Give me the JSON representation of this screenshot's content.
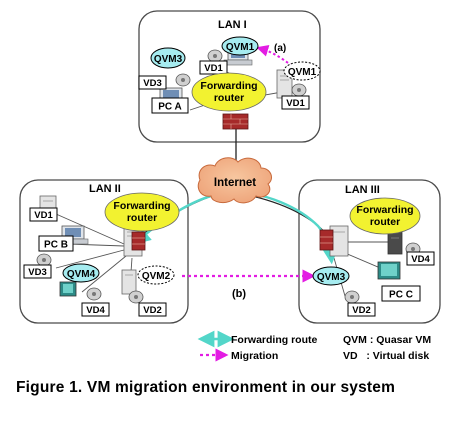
{
  "colors": {
    "router_fill": "#f2f230",
    "vm_fill": "#a6ecf0",
    "forwarding_route": "#53d6c9",
    "migration": "#e31ce3",
    "firewall": "#a62a2a",
    "lan_border": "#4a4a4a"
  },
  "lans": {
    "lan1": {
      "title": "LAN I",
      "router": [
        "Forwarding",
        "router"
      ],
      "pc": "PC A",
      "vms": [
        "QVM3",
        "QVM1",
        "QVM1"
      ],
      "disks": [
        "VD3",
        "VD1",
        "VD1"
      ],
      "annotation": "(a)"
    },
    "lan2": {
      "title": "LAN II",
      "router": [
        "Forwarding",
        "router"
      ],
      "pc": "PC B",
      "vms": [
        "QVM4",
        "QVM2"
      ],
      "disks": [
        "VD1",
        "VD3",
        "VD4",
        "VD2"
      ]
    },
    "lan3": {
      "title": "LAN III",
      "router": [
        "Forwarding",
        "router"
      ],
      "pc": "PC C",
      "vms": [
        "QVM3"
      ],
      "disks": [
        "VD4",
        "VD2"
      ]
    }
  },
  "internet": "Internet",
  "migration_b": "(b)",
  "legend": {
    "forwarding_route": "Forwarding route",
    "migration": "Migration",
    "qvm": "QVM : Quasar VM",
    "vd": "VD   : Virtual disk"
  },
  "caption": "Figure 1. VM migration environment in our system"
}
